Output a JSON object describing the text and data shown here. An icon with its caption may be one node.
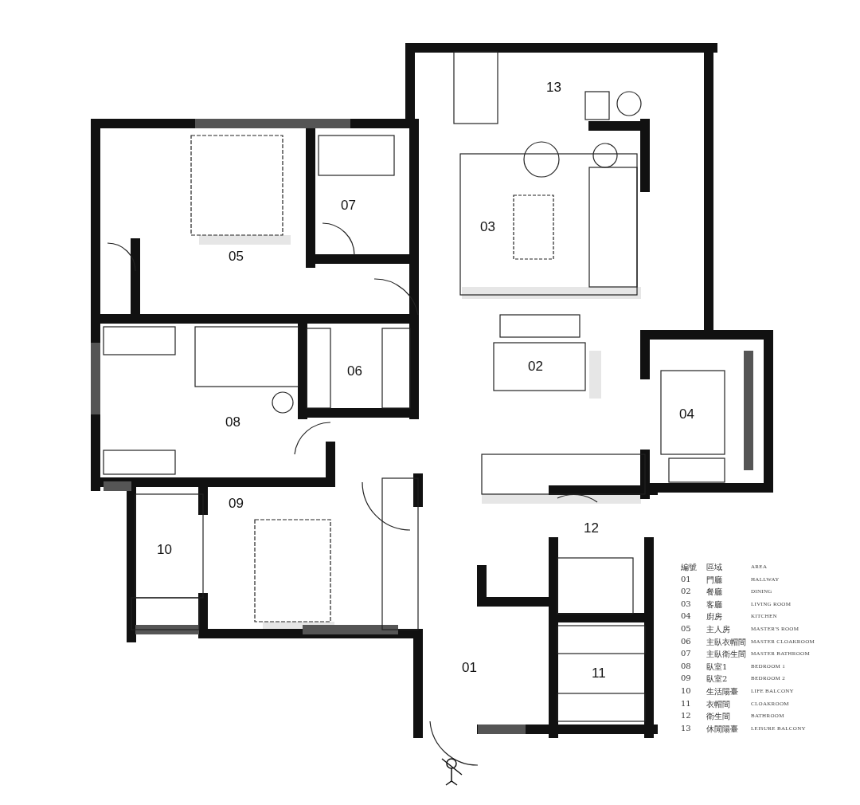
{
  "diagram": {
    "labels": [
      "13",
      "07",
      "03",
      "05",
      "06",
      "02",
      "08",
      "04",
      "09",
      "12",
      "10",
      "01",
      "11",
      "編號",
      "區域",
      "AREA",
      "01",
      "門廳",
      "HALLWAY",
      "02",
      "餐廳",
      "DINING",
      "03",
      "客廳",
      "LIVING ROOM",
      "04",
      "廚房",
      "KITCHEN",
      "05",
      "主人房",
      "MASTER'S ROOM",
      "06",
      "主臥衣帽間",
      "MASTER CLOAKROOM",
      "07",
      "主臥衛生間",
      "MASTER BATHROOM",
      "08",
      "臥室1",
      "BEDROOM 1",
      "09",
      "臥室2",
      "BEDROOM 2",
      "10",
      "生活陽臺",
      "LIFE BALCONY",
      "11",
      "衣帽間",
      "CLOAKROOM",
      "12",
      "衛生間",
      "BATHROOM",
      "13",
      "休閒陽臺",
      "LEISURE BALCONY"
    ]
  }
}
